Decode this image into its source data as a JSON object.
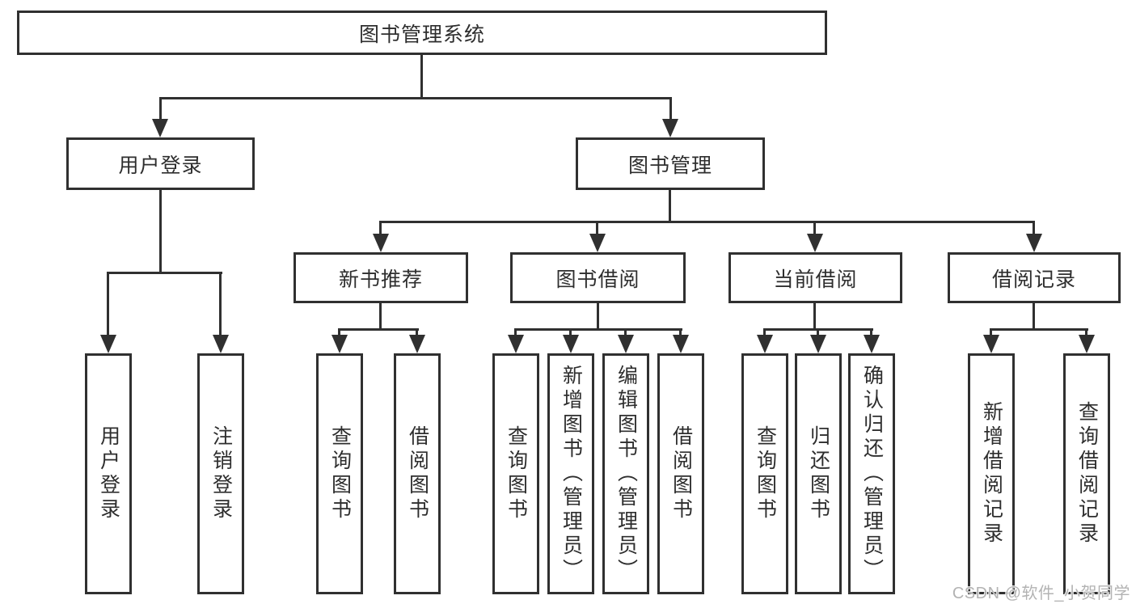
{
  "colors": {
    "line": "#303030",
    "text": "#2e2e2e",
    "box_background": "#ffffff",
    "watermark": "#b3b3b3"
  },
  "watermark": {
    "text": "CSDN @软件_小贺同学"
  },
  "tree": {
    "root": {
      "label": "图书管理系统"
    },
    "branches": [
      {
        "label": "用户登录",
        "children": [
          {
            "label": "用户登录"
          },
          {
            "label": "注销登录"
          }
        ]
      },
      {
        "label": "图书管理",
        "children": [
          {
            "label": "新书推荐",
            "children": [
              {
                "label": "查询图书"
              },
              {
                "label": "借阅图书"
              }
            ]
          },
          {
            "label": "图书借阅",
            "children": [
              {
                "label": "查询图书"
              },
              {
                "label": "新增图书（管理员）"
              },
              {
                "label": "编辑图书（管理员）"
              },
              {
                "label": "借阅图书"
              }
            ]
          },
          {
            "label": "当前借阅",
            "children": [
              {
                "label": "查询图书"
              },
              {
                "label": "归还图书"
              },
              {
                "label": "确认归还（管理员）"
              }
            ]
          },
          {
            "label": "借阅记录",
            "children": [
              {
                "label": "新增借阅记录"
              },
              {
                "label": "查询借阅记录"
              }
            ]
          }
        ]
      }
    ]
  }
}
